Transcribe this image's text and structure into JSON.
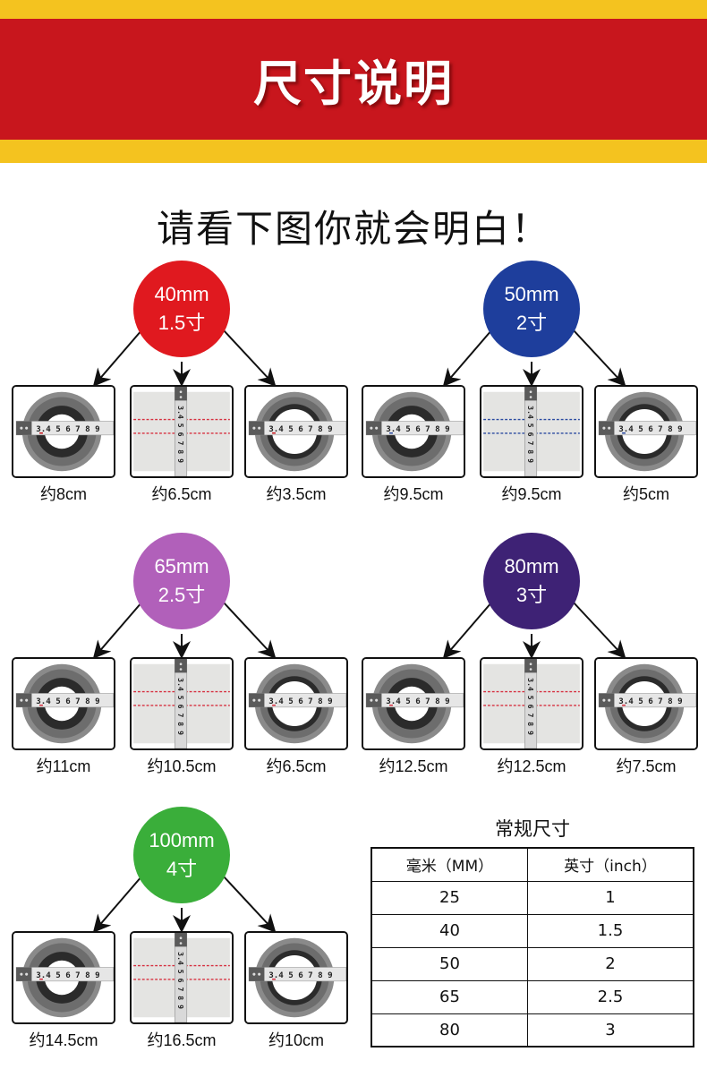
{
  "header": {
    "title": "尺寸说明",
    "colors": {
      "red": "#c8161d",
      "yellow": "#f4c31f"
    }
  },
  "subtitle": "请看下图你就会明白！",
  "groups": [
    {
      "size_mm": "40mm",
      "size_cun": "1.5寸",
      "color": "#e0191f",
      "tape_color": "#c8161d",
      "measurements": [
        {
          "view": "outer-diameter",
          "label": "约8cm"
        },
        {
          "view": "hose-flat-width",
          "label": "约6.5cm"
        },
        {
          "view": "inner-diameter",
          "label": "约3.5cm"
        }
      ]
    },
    {
      "size_mm": "50mm",
      "size_cun": "2寸",
      "color": "#1e3e9c",
      "tape_color": "#2a4aa0",
      "measurements": [
        {
          "view": "outer-diameter",
          "label": "约9.5cm"
        },
        {
          "view": "hose-flat-width",
          "label": "约9.5cm"
        },
        {
          "view": "inner-diameter",
          "label": "约5cm"
        }
      ]
    },
    {
      "size_mm": "65mm",
      "size_cun": "2.5寸",
      "color": "#b160ba",
      "tape_color": "#d63040",
      "measurements": [
        {
          "view": "outer-diameter",
          "label": "约11cm"
        },
        {
          "view": "hose-flat-width",
          "label": "约10.5cm"
        },
        {
          "view": "inner-diameter",
          "label": "约6.5cm"
        }
      ]
    },
    {
      "size_mm": "80mm",
      "size_cun": "3寸",
      "color": "#3e2275",
      "tape_color": "#d63040",
      "measurements": [
        {
          "view": "outer-diameter",
          "label": "约12.5cm"
        },
        {
          "view": "hose-flat-width",
          "label": "约12.5cm"
        },
        {
          "view": "inner-diameter",
          "label": "约7.5cm"
        }
      ]
    },
    {
      "size_mm": "100mm",
      "size_cun": "4寸",
      "color": "#3aae3a",
      "tape_color": "#d63040",
      "measurements": [
        {
          "view": "outer-diameter",
          "label": "约14.5cm"
        },
        {
          "view": "hose-flat-width",
          "label": "约16.5cm"
        },
        {
          "view": "inner-diameter",
          "label": "约10cm"
        }
      ]
    }
  ],
  "size_table": {
    "title": "常规尺寸",
    "headers": [
      "毫米（MM）",
      "英寸（inch）"
    ],
    "rows": [
      [
        "25",
        "1"
      ],
      [
        "40",
        "1.5"
      ],
      [
        "50",
        "2"
      ],
      [
        "65",
        "2.5"
      ],
      [
        "80",
        "3"
      ]
    ]
  }
}
